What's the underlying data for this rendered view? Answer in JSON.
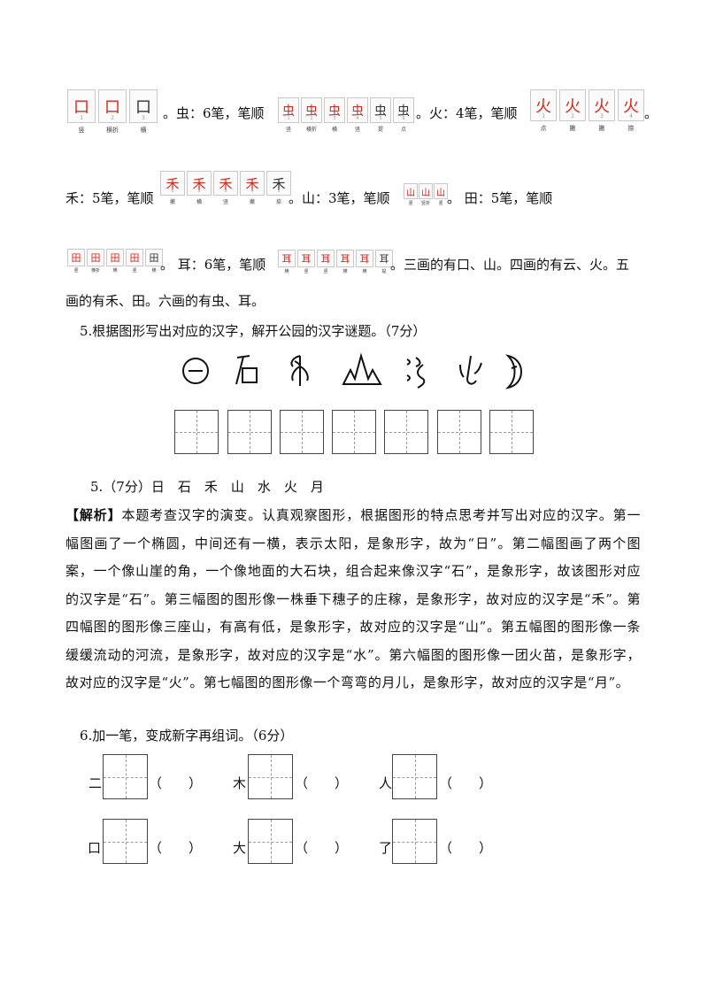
{
  "strokes": {
    "kou": {
      "char": "口",
      "nums": [
        "1",
        "2",
        "3"
      ],
      "caps": [
        "竖",
        "横折",
        "横"
      ]
    },
    "chong": {
      "char": "虫",
      "nums": [
        "1",
        "2",
        "3",
        "4",
        "5",
        "6"
      ],
      "caps": [
        "竖",
        "横折",
        "横",
        "竖",
        "提",
        "点"
      ]
    },
    "huo": {
      "char": "火",
      "nums": [
        "1",
        "2",
        "3",
        "4"
      ],
      "caps": [
        "点",
        "撇",
        "撇",
        "捺"
      ]
    },
    "he": {
      "char": "禾",
      "nums": [
        "1",
        "2",
        "3",
        "4",
        "5"
      ],
      "caps": [
        "撇",
        "横",
        "竖",
        "撇",
        "捺"
      ]
    },
    "shan": {
      "char": "山",
      "nums": [
        "1",
        "2",
        "3"
      ],
      "caps": [
        "竖",
        "竖折",
        "竖"
      ]
    },
    "tian": {
      "char": "田",
      "nums": [
        "1",
        "2",
        "3",
        "4",
        "5"
      ],
      "caps": [
        "竖",
        "横折",
        "横",
        "竖",
        "横"
      ]
    },
    "er": {
      "char": "耳",
      "nums": [
        "1",
        "2",
        "3",
        "4",
        "5",
        "6"
      ],
      "caps": [
        "横",
        "竖",
        "竖",
        "横",
        "横",
        "提"
      ]
    }
  },
  "text": {
    "l1a": "。虫：6笔，笔顺",
    "l1b": "。火：4笔，笔顺",
    "l1c": "。",
    "l2a": "禾：5笔，笔顺",
    "l2b": "。山：3笔，笔顺",
    "l2c": "。 田：5笔，笔顺",
    "l3a": "。 耳：6笔，笔顺",
    "l3b": "。三画的有口、山。四画的有云、火。五",
    "l4": "画的有禾、田。六画的有虫、耳。",
    "q5": "5.根据图形写出对应的汉字，解开公园的汉字谜题。（7分）",
    "a5": "5.（7分）日　石　禾　山　水　火　月",
    "analysis_label": "【解析】",
    "analysis": "本题考查汉字的演变。认真观察图形，根据图形的特点思考并写出对应的汉字。第一幅图画了一个椭圆，中间还有一横，表示太阳，是象形字，故为“日”。第二幅图画了两个图案，一个像山崖的角，一个像地面的大石块，组合起来像汉字“石”，是象形字，故该图形对应的汉字是“石”。第三幅图的图形像一株垂下穗子的庄稼，是象形字，故对应的汉字是“禾”。第四幅图的图形像三座山，有高有低，是象形字，故对应的汉字是“山”。第五幅图的图形像一条缓缓流动的河流，是象形字，故对应的汉字是“水”。第六幅图的图形像一团火苗，是象形字，故对应的汉字是“火”。第七幅图的图形像一个弯弯的月儿，是象形字，故对应的汉字是“月”。",
    "q6": "6.加一笔，变成新字再组词。（6分）",
    "q6_items": [
      "二",
      "木",
      "人",
      "口",
      "大",
      "了"
    ],
    "paren": "（　　）"
  }
}
